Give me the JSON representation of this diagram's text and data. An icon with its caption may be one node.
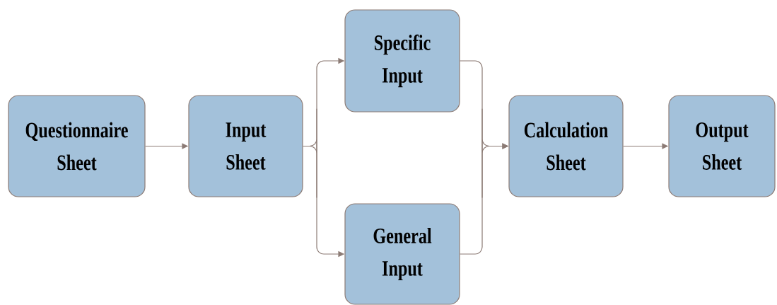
{
  "diagram": {
    "nodes": [
      {
        "text": [
          "Questionnaire Sheet"
        ]
      },
      {
        "text": [
          "Input Sheet"
        ]
      },
      {
        "text": [
          "Specific Input"
        ]
      },
      {
        "text": [
          "General Input"
        ]
      },
      {
        "text": [
          "Calculation Sheet"
        ]
      },
      {
        "text": [
          "Output Sheet"
        ]
      }
    ],
    "edges": [
      {
        "from": 0,
        "to": 1,
        "arrow": "to"
      },
      {
        "from": 1,
        "to": 2,
        "arrow": "to"
      },
      {
        "from": 1,
        "to": 3,
        "arrow": "to"
      },
      {
        "from": 2,
        "to": 4,
        "arrow": "to"
      },
      {
        "from": 3,
        "to": 4,
        "arrow": "to"
      },
      {
        "from": 4,
        "to": 5,
        "arrow": "to"
      }
    ]
  }
}
